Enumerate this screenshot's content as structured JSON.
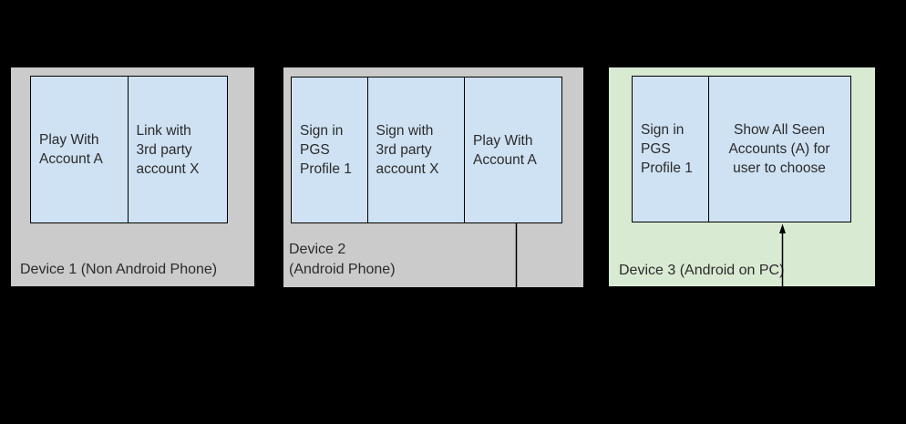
{
  "diagram": {
    "background_color": "#000000",
    "step_fill_color": "#cfe2f3",
    "step_border_color": "#000000",
    "text_color": "#2b2b2b",
    "devices": [
      {
        "label": "Device 1 (Non Android Phone)",
        "fill_color": "#cbcbcb",
        "steps": [
          {
            "text": "Play With\nAccount A"
          },
          {
            "text": "Link with\n3rd party\naccount X"
          }
        ]
      },
      {
        "label": "Device 2\n(Android Phone)",
        "fill_color": "#cbcbcb",
        "steps": [
          {
            "text": "Sign in\nPGS\nProfile 1"
          },
          {
            "text": "Sign with\n3rd party\naccount X"
          },
          {
            "text": "Play With\nAccount A"
          }
        ]
      },
      {
        "label": "Device 3 (Android on PC)",
        "fill_color": "#d9ead3",
        "steps": [
          {
            "text": "Sign in\nPGS\nProfile 1"
          },
          {
            "text": "Show All Seen\nAccounts (A) for\nuser to choose"
          }
        ]
      }
    ],
    "connector": {
      "from": "Device 2: Play With Account A",
      "to": "Device 3: Show All Seen Accounts (A) for user to choose",
      "color": "#000000",
      "style": "elbow-arrow"
    }
  }
}
